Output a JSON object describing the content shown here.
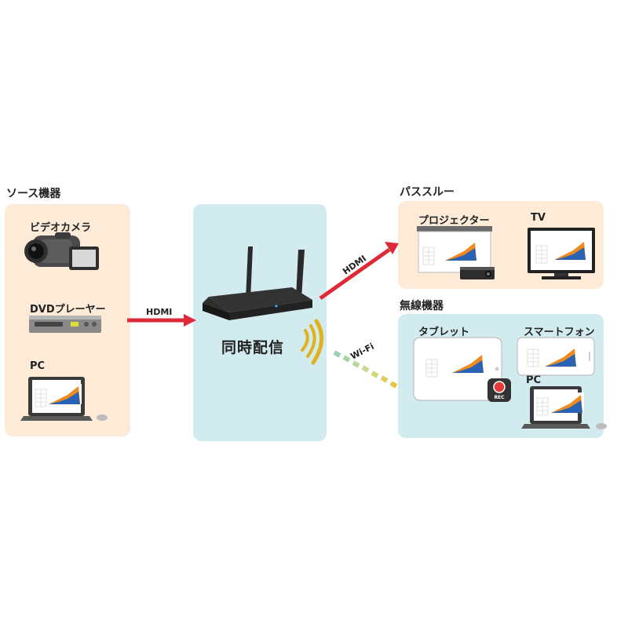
{
  "source": {
    "title": "ソース機器",
    "camera_label": "ビデオカメラ",
    "dvd_label": "DVDプレーヤー",
    "pc_label": "PC"
  },
  "center": {
    "label": "同時配信"
  },
  "connections": {
    "hdmi_in": "HDMI",
    "hdmi_out": "HDMI",
    "wifi": "Wi-Fi"
  },
  "passthrough": {
    "title": "パススルー",
    "projector_label": "プロジェクター",
    "tv_label": "TV"
  },
  "wireless": {
    "title": "無線機器",
    "tablet_label": "タブレット",
    "smartphone_label": "スマートフォン",
    "pc_label": "PC",
    "rec_label": "REC"
  },
  "colors": {
    "source_panel": "#fdebd7",
    "center_panel": "#d2ebef",
    "passthrough_panel": "#fdebd7",
    "wireless_panel": "#d2ebef",
    "hdmi_arrow": "#de2a38",
    "wifi_arc": "#e1b21b",
    "chart_orange": "#f08a1c",
    "chart_blue": "#2a63b4"
  }
}
